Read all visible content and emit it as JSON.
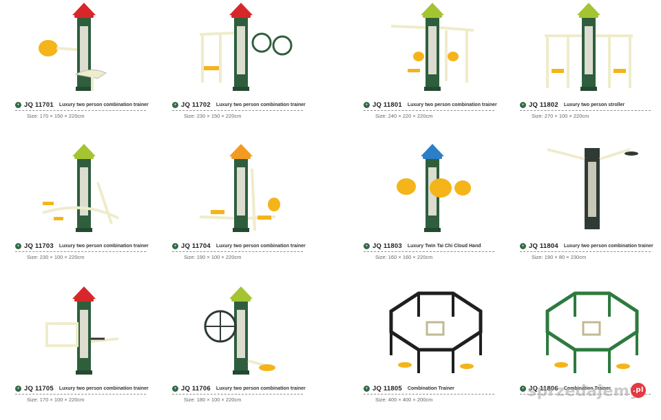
{
  "products": [
    {
      "code": "JQ 11701",
      "desc": "Luxury two person combination trainer",
      "size": "Size: 170 × 150 × 220cm",
      "roof_color": "#d8272a",
      "style": "tower-discs"
    },
    {
      "code": "JQ 11702",
      "desc": "Luxury two person combination trainer",
      "size": "Size: 230 × 150 × 220cm",
      "roof_color": "#d8272a",
      "style": "tower-wheels"
    },
    {
      "code": "JQ 11801",
      "desc": "Luxury two person combination trainer",
      "size": "Size: 240 × 220 × 220cm",
      "roof_color": "#a5c431",
      "style": "tower-press"
    },
    {
      "code": "JQ 11802",
      "desc": "Luxury two person stroller",
      "size": "Size: 270 × 100 × 220cm",
      "roof_color": "#a5c431",
      "style": "tower-stroller"
    },
    {
      "code": "JQ 11703",
      "desc": "Luxury two person combination trainer",
      "size": "Size: 230 × 100 × 220cm",
      "roof_color": "#a5c431",
      "style": "tower-elliptical"
    },
    {
      "code": "JQ 11704",
      "desc": "Luxury two person combination trainer",
      "size": "Size: 190 × 100 × 220cm",
      "roof_color": "#f29a21",
      "style": "tower-seat"
    },
    {
      "code": "JQ 11803",
      "desc": "Luxury Twin Tai Chi Cloud Hand",
      "size": "Size: 160 × 160 × 220cm",
      "roof_color": "#2b7fc8",
      "style": "tower-taichi"
    },
    {
      "code": "JQ 11804",
      "desc": "Luxury two person combination trainer",
      "size": "Size: 190 × 80 × 230cm",
      "roof_color": "#3a3a3a",
      "style": "panel"
    },
    {
      "code": "JQ 11705",
      "desc": "Luxury two person combination trainer",
      "size": "Size: 170 × 100 × 220cm",
      "roof_color": "#d8272a",
      "style": "tower-frame"
    },
    {
      "code": "JQ 11706",
      "desc": "Luxury two person combination trainer",
      "size": "Size: 180 × 100 × 220cm",
      "roof_color": "#a5c431",
      "style": "tower-bigwheel"
    },
    {
      "code": "JQ 11805",
      "desc": "Combination Trainer",
      "size": "Size: 400 × 400 × 200cm",
      "roof_color": "#222222",
      "style": "octagon-dark"
    },
    {
      "code": "JQ 11806",
      "desc": "Combination Trainer",
      "size": "",
      "roof_color": "#2d6b3c",
      "style": "octagon-green"
    }
  ],
  "colors": {
    "post": "#2f5e3d",
    "cream": "#efeccb",
    "yellow": "#f4b41a"
  },
  "watermark": {
    "text": "sprzedajemy",
    "badge": ".pl"
  }
}
